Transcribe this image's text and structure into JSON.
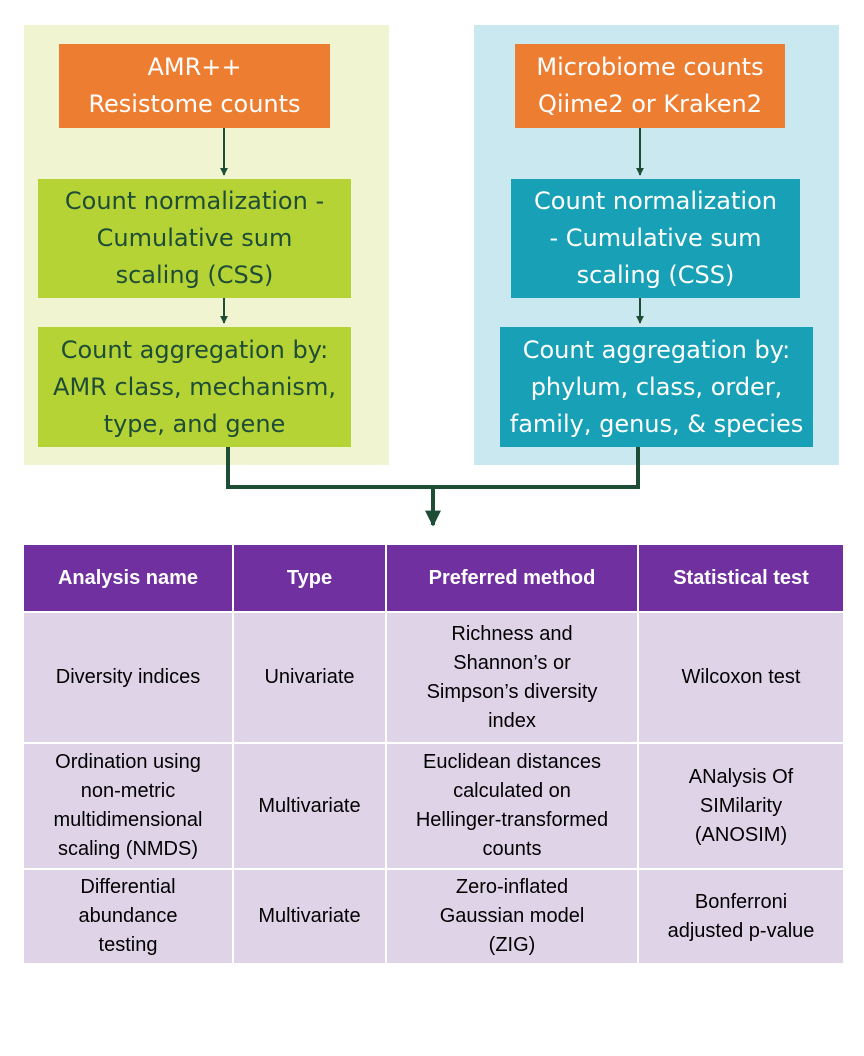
{
  "left_pipeline": {
    "source": "AMR++\nResistome counts",
    "normalization": "Count normalization -\nCumulative sum\nscaling (CSS)",
    "aggregation": "Count aggregation by:\nAMR class, mechanism,\ntype, and gene"
  },
  "right_pipeline": {
    "source": "Microbiome counts\nQiime2 or Kraken2",
    "normalization": "Count normalization\n- Cumulative sum\nscaling (CSS)",
    "aggregation": "Count aggregation by:\nphylum, class, order,\nfamily, genus, & species"
  },
  "table": {
    "headers": [
      "Analysis name",
      "Type",
      "Preferred method",
      "Statistical test"
    ],
    "rows": [
      [
        "Diversity indices",
        "Univariate",
        "Richness and\nShannon’s or\nSimpson’s diversity\nindex",
        "Wilcoxon test"
      ],
      [
        "Ordination using\nnon-metric\nmultidimensional\nscaling (NMDS)",
        "Multivariate",
        "Euclidean distances\ncalculated on\nHellinger-transformed\ncounts",
        "ANalysis Of\nSIMilarity\n(ANOSIM)"
      ],
      [
        "Differential\nabundance\ntesting",
        "Multivariate",
        "Zero-inflated\nGaussian model\n(ZIG)",
        "Bonferroni\nadjusted p-value"
      ]
    ]
  },
  "colors": {
    "left_panel_bg": "#f0f4d0",
    "right_panel_bg": "#c9e8ef",
    "orange": "#ed7d31",
    "lime": "#b6d336",
    "teal": "#17a0b6",
    "header_purple": "#7030a0",
    "cell_lavender": "#dfd3e8",
    "arrow_green": "#1e4d36"
  }
}
